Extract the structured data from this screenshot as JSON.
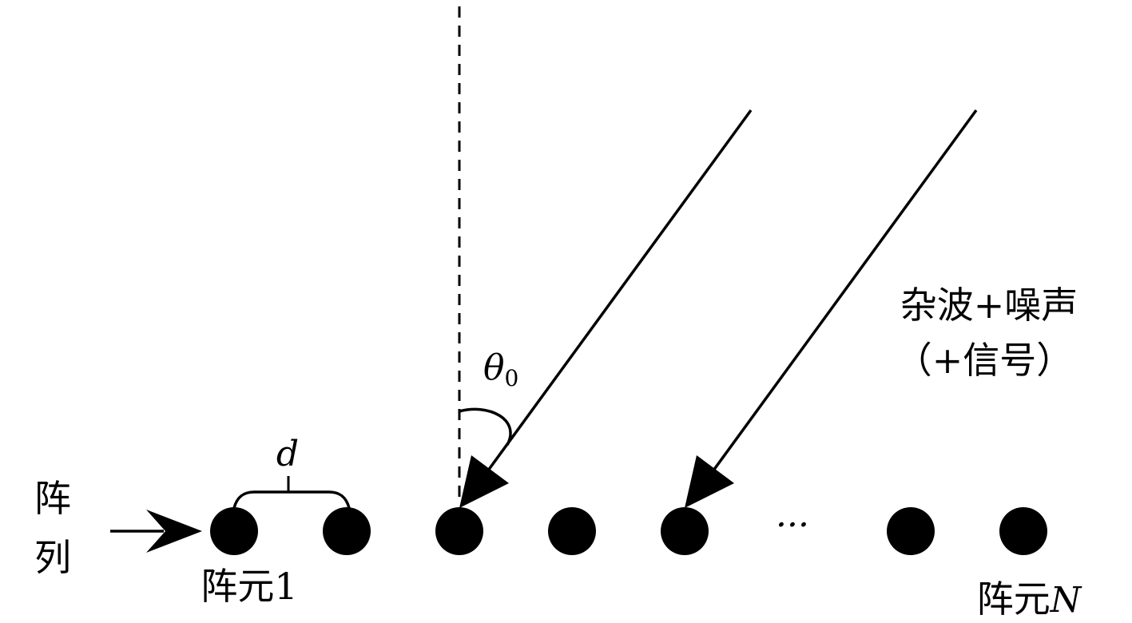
{
  "labels": {
    "array_char_1": "阵",
    "array_char_2": "列",
    "element_first": "阵元1",
    "element_last_prefix": "阵元",
    "element_last_index": "N",
    "spacing": "d",
    "angle_symbol": "θ",
    "angle_subscript": "0",
    "ellipsis": "···",
    "incoming_line_1": "杂波+噪声",
    "incoming_line_2": "（+信号）"
  },
  "colors": {
    "ink": "#000000",
    "background": "#ffffff"
  }
}
